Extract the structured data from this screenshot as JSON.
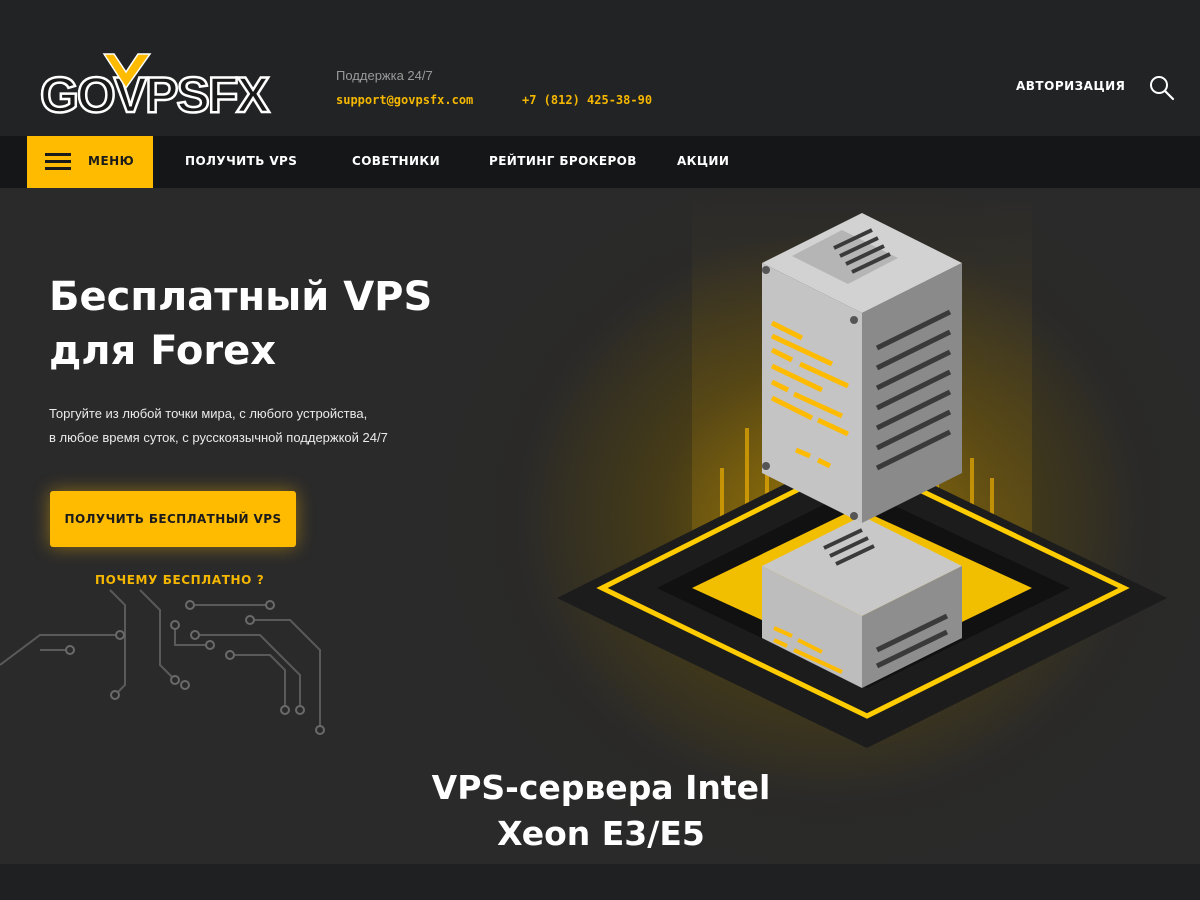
{
  "header": {
    "logo_text": "GOVPSFX",
    "support_title": "Поддержка 24/7",
    "support_email": "support@govpsfx.com",
    "support_phone": "+7 (812) 425-38-90",
    "auth_label": "АВТОРИЗАЦИЯ",
    "search_icon": "search-icon"
  },
  "nav": {
    "menu_label": "МЕНЮ",
    "items": [
      {
        "label": "ПОЛУЧИТЬ VPS"
      },
      {
        "label": "СОВЕТНИКИ"
      },
      {
        "label": "РЕЙТИНГ БРОКЕРОВ"
      },
      {
        "label": "АКЦИИ"
      }
    ]
  },
  "hero": {
    "title_line1": "Бесплатный VPS",
    "title_line2": "для Forex",
    "subtitle_line1": "Торгуйте из любой точки мира, с любого устройства,",
    "subtitle_line2": "в любое время суток, с русскоязычной поддержкой 24/7",
    "cta_label": "ПОЛУЧИТЬ БЕСПЛАТНЫЙ VPS",
    "why_link": "ПОЧЕМУ БЕСПЛАТНО ?"
  },
  "section": {
    "title_line1": "VPS-сервера Intel",
    "title_line2": "Xeon E3/E5"
  },
  "colors": {
    "accent": "#ffbb00",
    "background": "#222324",
    "nav_background": "#151617"
  }
}
